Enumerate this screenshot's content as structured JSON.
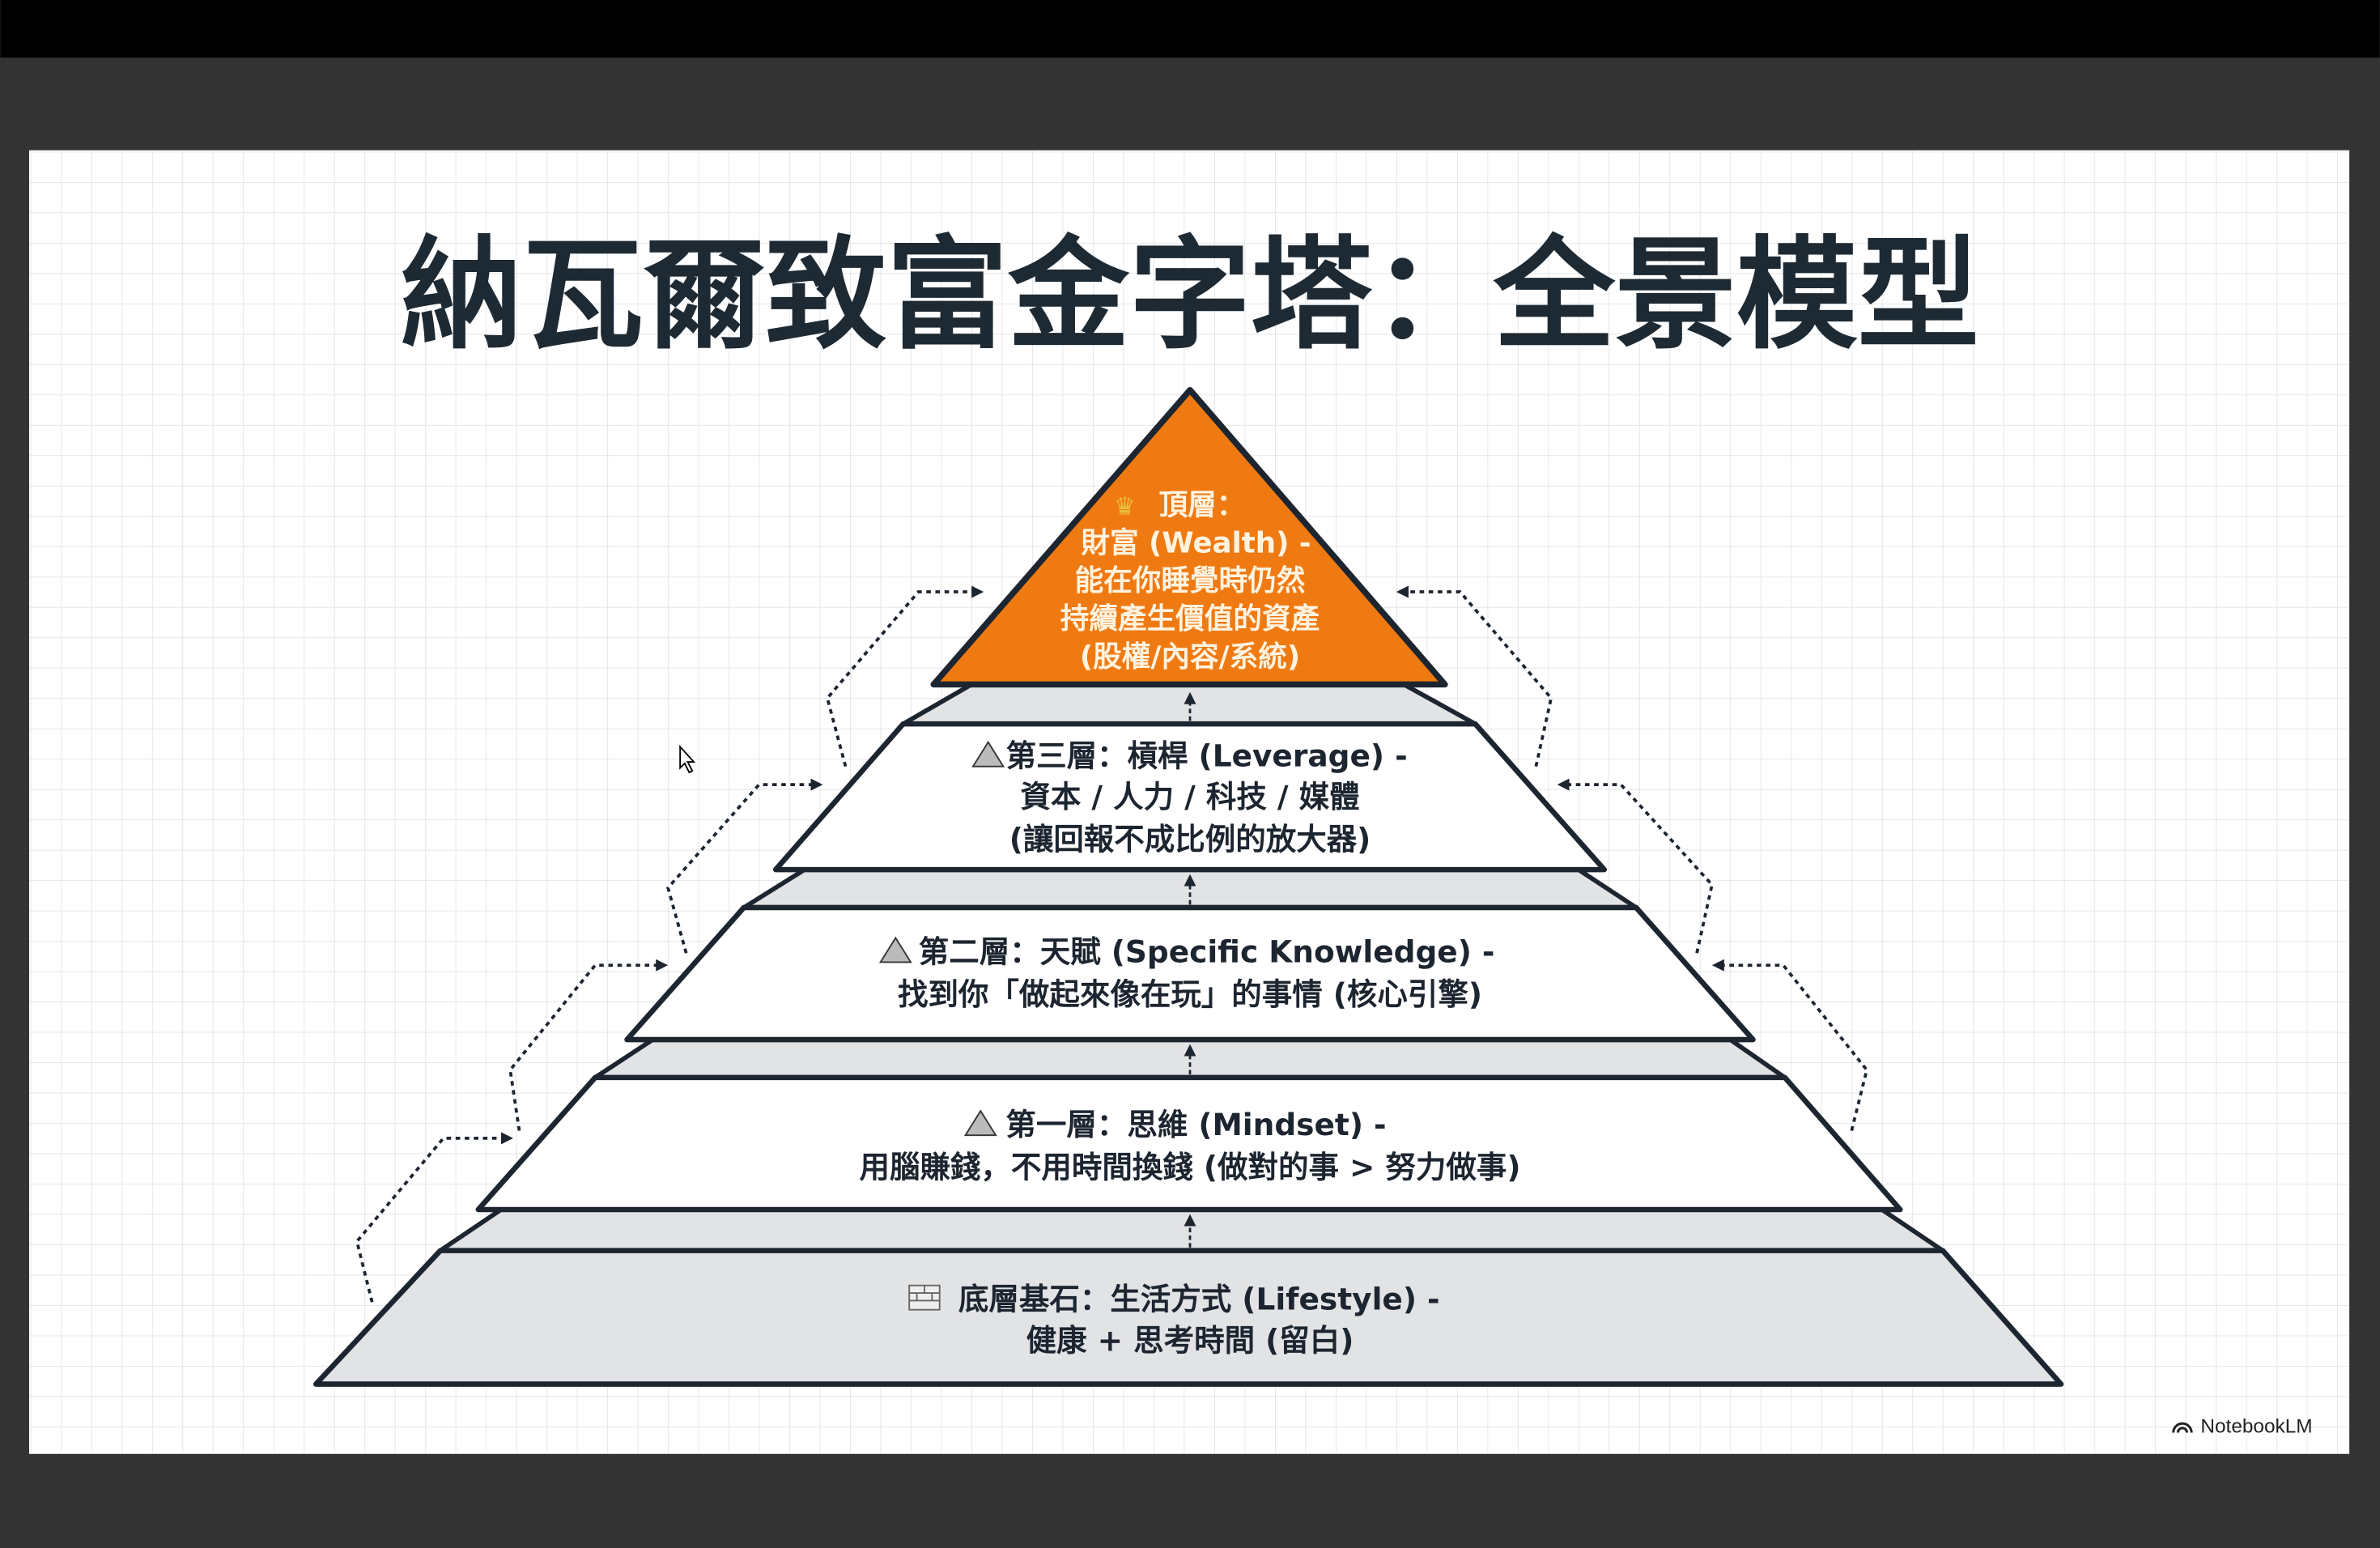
{
  "title": "納瓦爾致富金字塔：全景模型",
  "colors": {
    "top": "#f07a12",
    "base": "#e2e3e5",
    "layer": "#ffffff",
    "stroke": "#1c2530",
    "frame": "#333333"
  },
  "layers": {
    "top": {
      "icon": "crown-icon",
      "lines": [
        "頂層：",
        "財富 (Wealth) -",
        "能在你睡覺時仍然",
        "持續產生價值的資產",
        "(股權/內容/系統)"
      ]
    },
    "third": {
      "icon": "pyramid-icon",
      "lines": [
        "第三層：槓桿 (Leverage) -",
        "資本 / 人力 / 科技 / 媒體",
        "(讓回報不成比例的放大器)"
      ]
    },
    "second": {
      "icon": "pyramid-icon",
      "lines": [
        "第二層：天賦 (Specific Knowledge) -",
        "找到你「做起來像在玩」的事情 (核心引擎)"
      ]
    },
    "first": {
      "icon": "pyramid-icon",
      "lines": [
        "第一層：思維 (Mindset) -",
        "用腦賺錢，不用時間換錢 (做對的事 > 努力做事)"
      ]
    },
    "base": {
      "icon": "brick-icon",
      "lines": [
        "底層基石：生活方式 (Lifestyle) -",
        "健康 + 思考時間 (留白)"
      ]
    }
  },
  "watermark": "NotebookLM"
}
